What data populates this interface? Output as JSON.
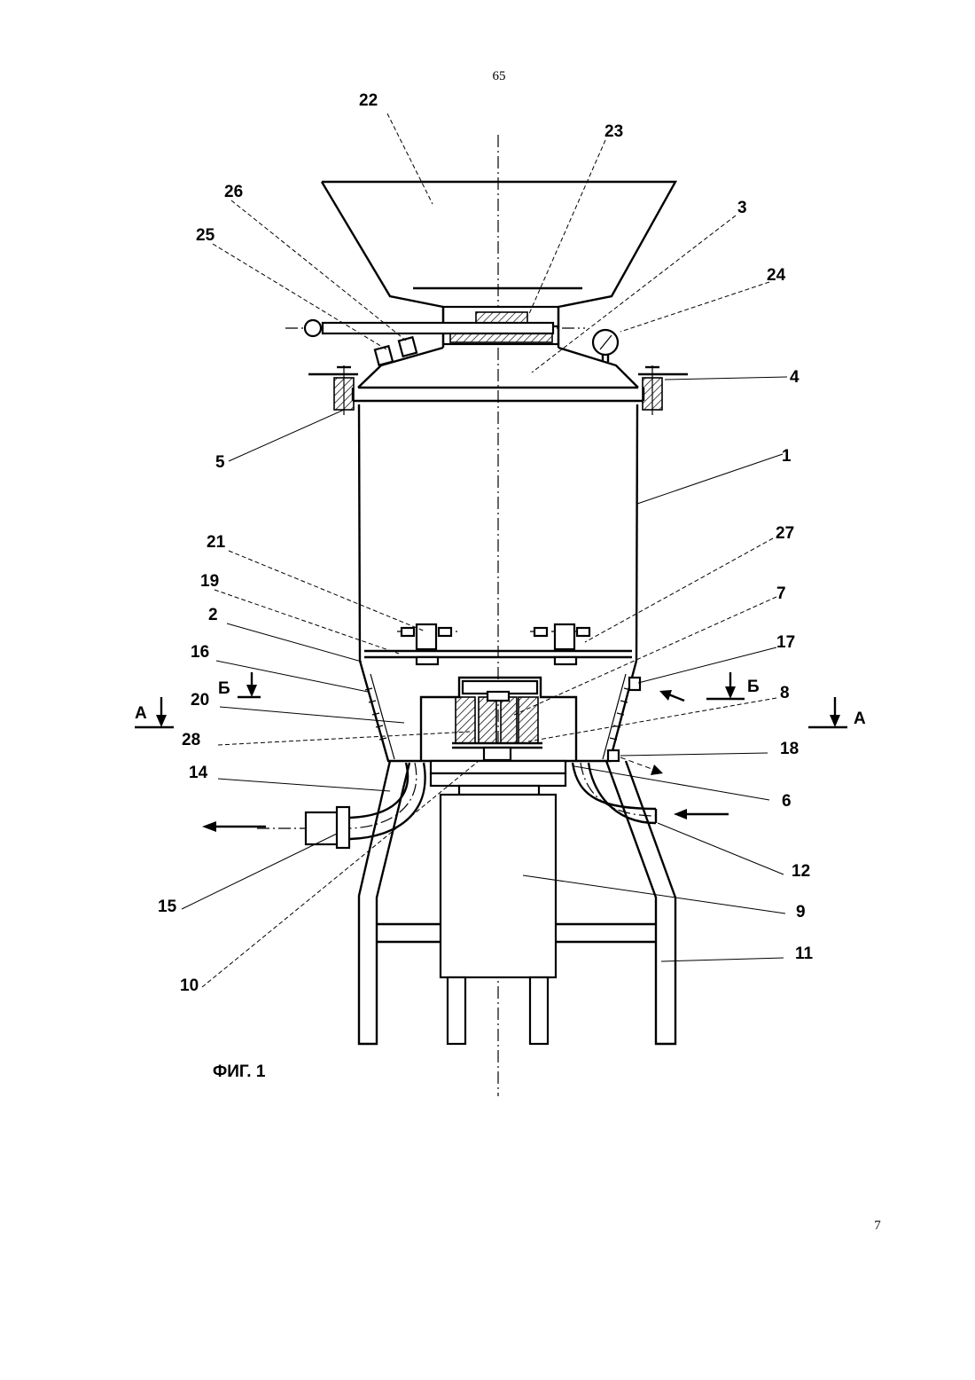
{
  "page": {
    "number_top": "65",
    "number_bottom": "7"
  },
  "figure": {
    "caption": "ФИГ. 1",
    "section_a": "А",
    "section_b": "Б"
  },
  "labels": {
    "l1": "1",
    "l2": "2",
    "l3": "3",
    "l4": "4",
    "l5": "5",
    "l6": "6",
    "l7": "7",
    "l8": "8",
    "l9": "9",
    "l10": "10",
    "l11": "11",
    "l12": "12",
    "l14": "14",
    "l15": "15",
    "l16": "16",
    "l17": "17",
    "l18": "18",
    "l19": "19",
    "l20": "20",
    "l21": "21",
    "l22": "22",
    "l23": "23",
    "l24": "24",
    "l25": "25",
    "l26": "26",
    "l27": "27",
    "l28": "28"
  }
}
